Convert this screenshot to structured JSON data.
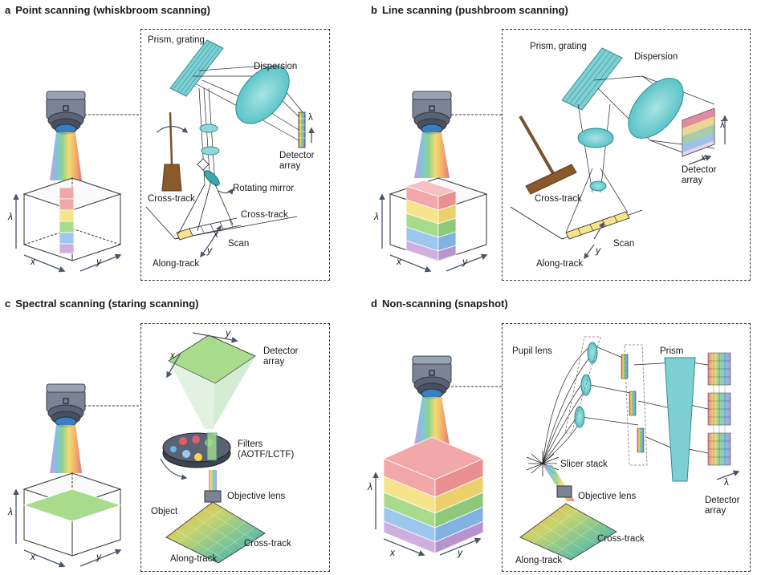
{
  "panels": {
    "a": {
      "letter": "a",
      "title": "Point scanning (whiskbroom scanning)",
      "labels": {
        "prism": "Prism, grating",
        "dispersion": "Dispersion",
        "detector": "Detector\narray",
        "lambda": "λ",
        "cross_track_broom": "Cross-track",
        "rotating_mirror": "Rotating mirror",
        "cross_track": "Cross-track",
        "x": "x",
        "scan": "Scan",
        "y": "y",
        "along_track": "Along-track"
      },
      "cube_axes": {
        "lambda": "λ",
        "x": "x",
        "y": "y"
      }
    },
    "b": {
      "letter": "b",
      "title": "Line scanning (pushbroom scanning)",
      "labels": {
        "prism": "Prism, grating",
        "dispersion": "Dispersion",
        "lambda": "λ",
        "x": "x",
        "detector": "Detector\narray",
        "cross_track": "Cross-track",
        "scan": "Scan",
        "y": "y",
        "along_track": "Along-track"
      },
      "cube_axes": {
        "lambda": "λ",
        "x": "x",
        "y": "y"
      }
    },
    "c": {
      "letter": "c",
      "title": "Spectral scanning (staring scanning)",
      "labels": {
        "y": "y",
        "x": "x",
        "detector": "Detector\narray",
        "filters": "Filters\n(AOTF/LCTF)",
        "objective": "Objective lens",
        "object": "Object",
        "cross_track": "Cross-track",
        "along_track": "Along-track"
      },
      "cube_axes": {
        "lambda": "λ",
        "x": "x",
        "y": "y"
      }
    },
    "d": {
      "letter": "d",
      "title": "Non-scanning (snapshot)",
      "labels": {
        "pupil": "Pupil lens",
        "prism": "Prism",
        "slicer": "Slicer stack",
        "objective": "Objective lens",
        "cross_track": "Cross-track",
        "along_track": "Along-track",
        "lambda": "λ",
        "detector": "Detector\narray"
      },
      "cube_axes": {
        "lambda": "λ",
        "x": "x",
        "y": "y"
      }
    }
  },
  "colors": {
    "cyan": "#8fd8d8",
    "cyan_dark": "#3aa8ad",
    "camera_body": "#6b7280",
    "spectrum": [
      "#e05d6f",
      "#f0a050",
      "#f2d65a",
      "#7cc97a",
      "#6ab8e0",
      "#8d7fd0",
      "#c78ad8"
    ],
    "cube_pink": "#f2a7a9",
    "cube_yellow": "#f6e38a",
    "cube_green": "#a8dc8c",
    "cube_blue": "#9cc8ee",
    "cube_violet": "#cfaee0"
  }
}
